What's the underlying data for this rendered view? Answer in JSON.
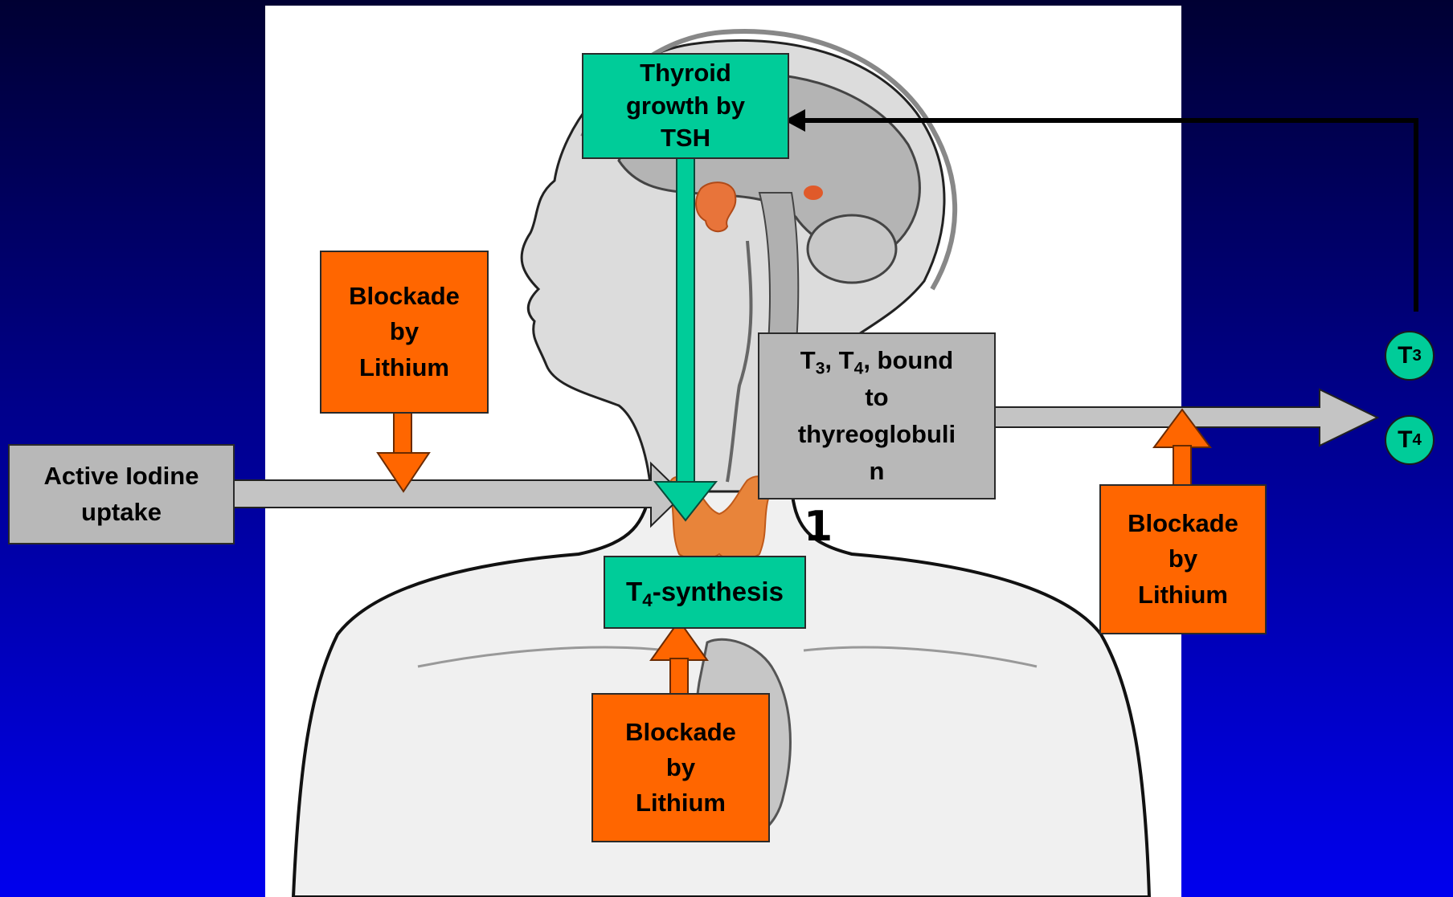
{
  "blockade_left": [
    "Blockade",
    "by",
    "Lithium"
  ],
  "blockade_right": [
    "Blockade",
    "by",
    "Lithium"
  ],
  "blockade_bottom": [
    "Blockade",
    "by",
    "Lithium"
  ],
  "iodine_uptake": [
    "Active Iodine",
    "uptake"
  ],
  "thyroid_growth": [
    "Thyroid",
    "growth by",
    "TSH"
  ],
  "bound_box": {
    "hormone_a": "T",
    "hormone_a_sub": "3",
    "sep": ", ",
    "hormone_b": "T",
    "hormone_b_sub": "4",
    "rest": ", bound",
    "lines": [
      "to",
      "thyreoglobuli",
      "n"
    ]
  },
  "synthesis": {
    "prefix": "T",
    "sub": "4",
    "suffix": "-synthesis"
  },
  "circles": {
    "t3": {
      "letter": "T",
      "sub": "3"
    },
    "t4": {
      "letter": "T",
      "sub": "4"
    }
  },
  "number_marker": "1",
  "colors": {
    "blockade": "#ff6600",
    "process": "#b8b8b8",
    "thyroid_box": "#00cc99",
    "arrow_teal": "#00cc99",
    "feedback_line": "#000000"
  }
}
